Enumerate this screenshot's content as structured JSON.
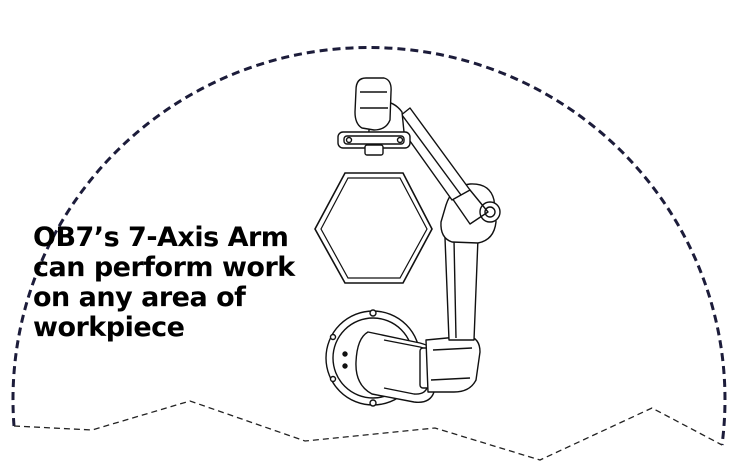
{
  "caption": {
    "line1": "OB7’s 7-Axis Arm",
    "line2": "can perform work",
    "line3": "on any area of",
    "line4": "workpiece"
  },
  "colors": {
    "outline": "#1c1c3a",
    "line": "#222222",
    "background": "#ffffff"
  },
  "icons": [
    "robot-arm-icon",
    "hexagon-workpiece-icon"
  ]
}
